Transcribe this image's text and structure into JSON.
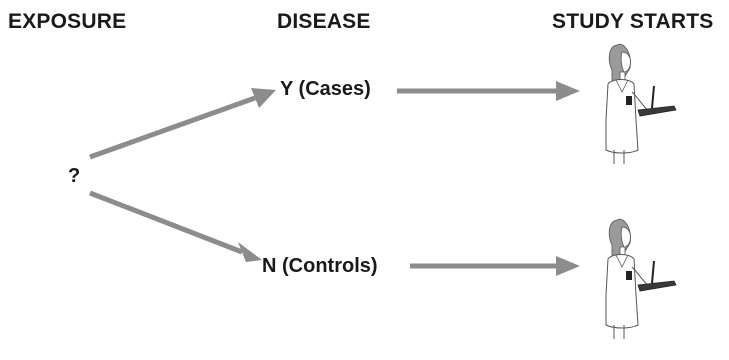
{
  "headers": {
    "exposure": "EXPOSURE",
    "disease": "DISEASE",
    "study_starts": "STUDY STARTS"
  },
  "nodes": {
    "exposure_unknown": "?",
    "cases": "Y (Cases)",
    "controls": "N (Controls)"
  },
  "colors": {
    "arrow": "#8c8c8c",
    "text": "#1a1a1a",
    "figure_outline": "#444444",
    "hair": "#9a9a9a"
  },
  "icons": {
    "researcher": "researcher-with-clipboard-icon"
  }
}
